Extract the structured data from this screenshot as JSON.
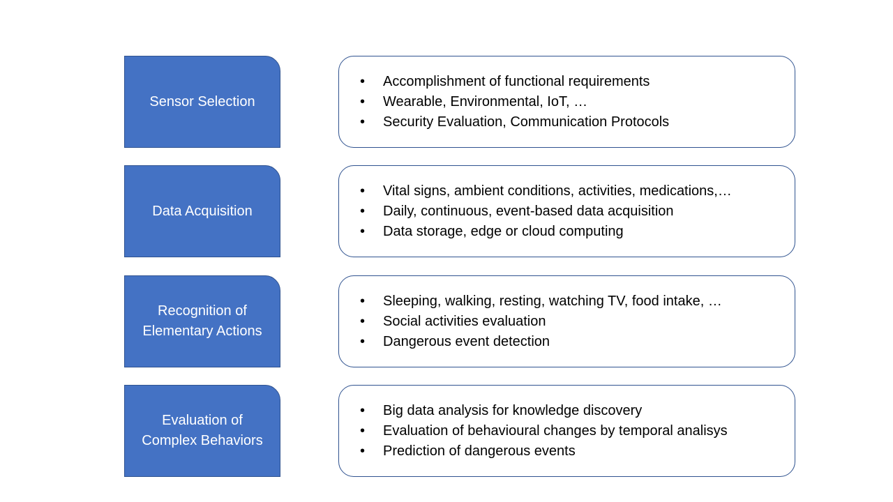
{
  "steps": [
    {
      "label": "Sensor Selection",
      "details": [
        "Accomplishment of functional requirements",
        "Wearable, Environmental, IoT, …",
        "Security Evaluation, Communication Protocols"
      ]
    },
    {
      "label": "Data Acquisition",
      "details": [
        "Vital signs,  ambient conditions,  activities, medications,…",
        "Daily, continuous, event-based data acquisition",
        "Data storage, edge or cloud computing"
      ]
    },
    {
      "label": "Recognition of\nElementary Actions",
      "details": [
        "Sleeping, walking, resting, watching TV, food intake, …",
        "Social activities evaluation",
        "Dangerous event detection"
      ]
    },
    {
      "label": "Evaluation of\nComplex Behaviors",
      "details": [
        "Big data analysis for  knowledge discovery",
        "Evaluation of behavioural changes by temporal analisys",
        "Prediction of dangerous events"
      ]
    }
  ],
  "bullet_symbol": "•",
  "colors": {
    "step_fill": "#4472c4",
    "step_border": "#2f528f",
    "detail_border": "#2f528f",
    "step_text": "#ffffff",
    "detail_text": "#000000"
  }
}
